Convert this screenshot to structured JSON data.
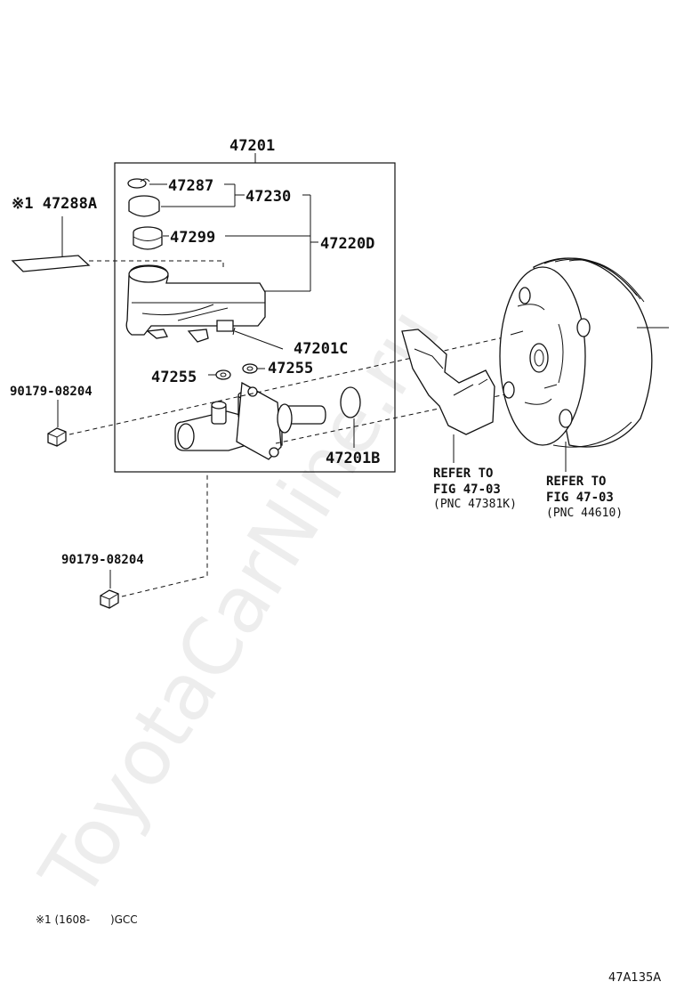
{
  "labels": {
    "assembly": "47201",
    "cap_clip": "47287",
    "cap_set": "47230",
    "strainer": "47299",
    "reservoir_set": "47220D",
    "label_plate": "※1 47288A",
    "pin": "47201C",
    "grommet_left": "47255",
    "grommet_right": "47255",
    "oring": "47201B",
    "bolt_upper": "90179-08204",
    "bolt_lower": "90179-08204"
  },
  "refs": {
    "bracket": {
      "line1": "REFER TO",
      "line2": "FIG 47-03",
      "line3": "(PNC 47381K)"
    },
    "booster": {
      "line1": "REFER TO",
      "line2": "FIG 47-03",
      "line3": "(PNC 44610)"
    }
  },
  "footnote": "※1 (1608-      )GCC",
  "diagram_code": "47A135A",
  "watermark": "ToyotaCarNine.ru"
}
